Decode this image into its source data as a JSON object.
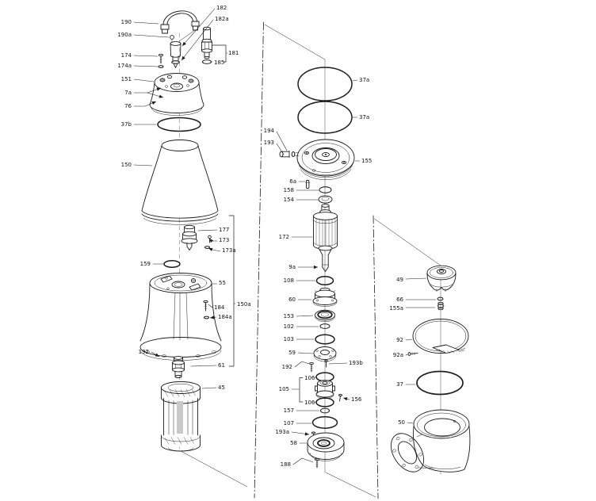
{
  "diagram": {
    "type": "exploded-parts-view",
    "colors": {
      "background": "#ffffff",
      "line": "#1d1d1d",
      "label": "#111111"
    },
    "callouts": [
      {
        "id": "190",
        "text": "190"
      },
      {
        "id": "190a",
        "text": "190a"
      },
      {
        "id": "182",
        "text": "182"
      },
      {
        "id": "182a",
        "text": "182a"
      },
      {
        "id": "181",
        "text": "181"
      },
      {
        "id": "185",
        "text": "185"
      },
      {
        "id": "174",
        "text": "174"
      },
      {
        "id": "174a",
        "text": "174a"
      },
      {
        "id": "151",
        "text": "151"
      },
      {
        "id": "7a",
        "text": "7a"
      },
      {
        "id": "76",
        "text": "76"
      },
      {
        "id": "37b",
        "text": "37b"
      },
      {
        "id": "150",
        "text": "150"
      },
      {
        "id": "177",
        "text": "177"
      },
      {
        "id": "173",
        "text": "173"
      },
      {
        "id": "173a",
        "text": "173a"
      },
      {
        "id": "159",
        "text": "159"
      },
      {
        "id": "55",
        "text": "55"
      },
      {
        "id": "184",
        "text": "184"
      },
      {
        "id": "184a",
        "text": "184a"
      },
      {
        "id": "192-left",
        "text": "192"
      },
      {
        "id": "61",
        "text": "61"
      },
      {
        "id": "45",
        "text": "45"
      },
      {
        "id": "150a",
        "text": "150a"
      },
      {
        "id": "37a-upper",
        "text": "37a"
      },
      {
        "id": "37a-lower",
        "text": "37a"
      },
      {
        "id": "194",
        "text": "194"
      },
      {
        "id": "193",
        "text": "193"
      },
      {
        "id": "155",
        "text": "155"
      },
      {
        "id": "6a",
        "text": "6a"
      },
      {
        "id": "158",
        "text": "158"
      },
      {
        "id": "154",
        "text": "154"
      },
      {
        "id": "172",
        "text": "172"
      },
      {
        "id": "9a",
        "text": "9a"
      },
      {
        "id": "108",
        "text": "108"
      },
      {
        "id": "60",
        "text": "60"
      },
      {
        "id": "153",
        "text": "153"
      },
      {
        "id": "102",
        "text": "102"
      },
      {
        "id": "103",
        "text": "103"
      },
      {
        "id": "59",
        "text": "59"
      },
      {
        "id": "192-mid",
        "text": "192"
      },
      {
        "id": "193b",
        "text": "193b"
      },
      {
        "id": "106-upper",
        "text": "106"
      },
      {
        "id": "105",
        "text": "105"
      },
      {
        "id": "106-lower",
        "text": "106"
      },
      {
        "id": "156",
        "text": "156"
      },
      {
        "id": "157",
        "text": "157"
      },
      {
        "id": "107",
        "text": "107"
      },
      {
        "id": "193a",
        "text": "193a"
      },
      {
        "id": "58",
        "text": "58"
      },
      {
        "id": "188",
        "text": "188"
      },
      {
        "id": "49",
        "text": "49"
      },
      {
        "id": "66",
        "text": "66"
      },
      {
        "id": "155a",
        "text": "155a"
      },
      {
        "id": "92",
        "text": "92"
      },
      {
        "id": "92a",
        "text": "92a"
      },
      {
        "id": "37",
        "text": "37"
      },
      {
        "id": "50",
        "text": "50"
      }
    ]
  }
}
